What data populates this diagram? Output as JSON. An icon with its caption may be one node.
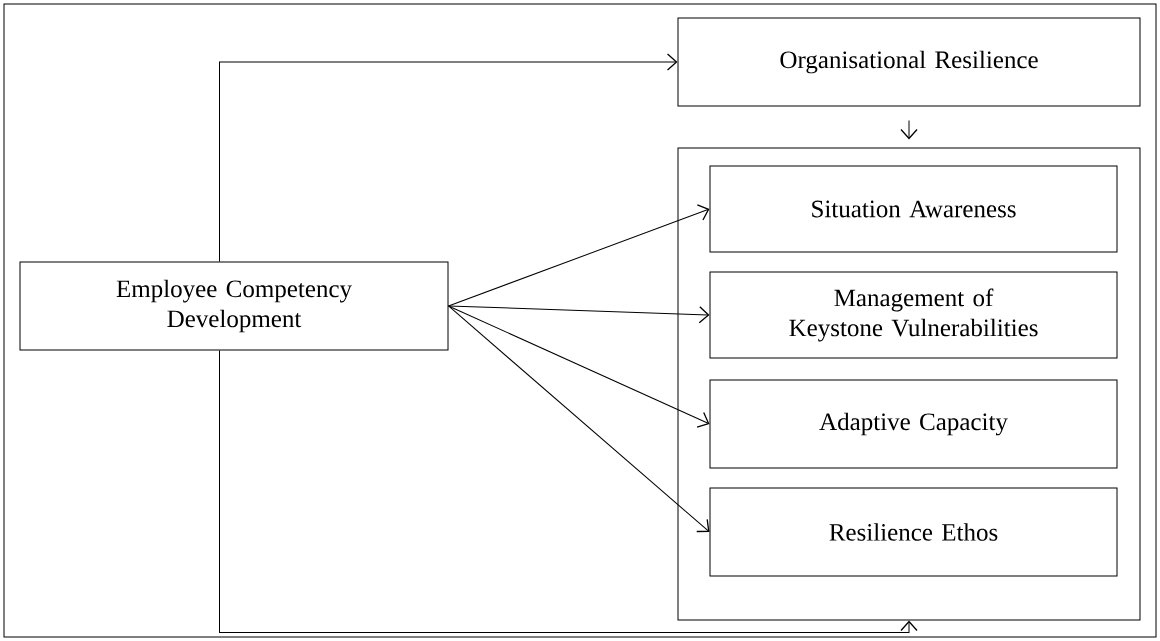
{
  "diagram": {
    "nodes": [
      {
        "text": [
          "Employee Competency Development"
        ]
      },
      {
        "text": [
          "Organisational Resilience"
        ]
      },
      {
        "text": [],
        "shape": "box"
      },
      {
        "text": [
          "Situation Awareness"
        ],
        "in": 2
      },
      {
        "text": [
          "Management of Keystone Vulnerabilities"
        ],
        "in": 2
      },
      {
        "text": [
          "Adaptive Capacity"
        ],
        "in": 2
      },
      {
        "text": [
          "Resilience Ethos"
        ],
        "in": 2
      }
    ],
    "edges": [
      {
        "from": 0,
        "to": 1,
        "arrow": "to"
      },
      {
        "from": 1,
        "to": 2,
        "arrow": "to"
      },
      {
        "from": 0,
        "to": 3,
        "arrow": "to"
      },
      {
        "from": 0,
        "to": 4,
        "arrow": "to"
      },
      {
        "from": 0,
        "to": 5,
        "arrow": "to"
      },
      {
        "from": 0,
        "to": 6,
        "arrow": "to"
      },
      {
        "from": 0,
        "to": 2,
        "arrow": "to"
      }
    ]
  }
}
